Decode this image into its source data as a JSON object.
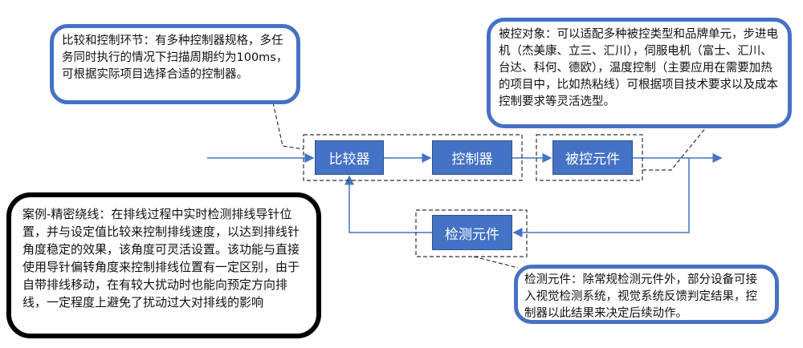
{
  "notes": {
    "compare_control": "比较和控制环节：有多种控制器规格，多任务同时执行的情况下扫描周期约为100ms，可根据实际项目选择合适的控制器。",
    "controlled_object": "被控对象：可以适配多种被控类型和品牌单元，步进电机（杰美康、立三、汇川），伺服电机（富士、汇川、台达、科何、德欧），温度控制（主要应用在需要加热的项目中，比如热粘线）可根据项目技术要求以及成本控制要求等灵活选型。",
    "case_study": "案例-精密绕线：在排线过程中实时检测排线导针位置，并与设定值比较来控制排线速度，以达到排线针角度稳定的效果，该角度可灵活设置。该功能与直接使用导针偏转角度来控制排线位置有一定区别，由于自带排线移动，在有较大扰动时也能向预定方向排线，一定程度上避免了扰动过大对排线的影响",
    "detection": "检测元件：除常规检测元件外，部分设备可接入视觉检测系统，视觉系统反馈判定结果，控制器以此结果来决定后续动作。"
  },
  "blocks": {
    "comparator": "比较器",
    "controller": "控制器",
    "controlled_element": "被控元件",
    "detection_element": "检测元件"
  },
  "colors": {
    "accent": "#4472c4",
    "line": "#4472c4"
  }
}
